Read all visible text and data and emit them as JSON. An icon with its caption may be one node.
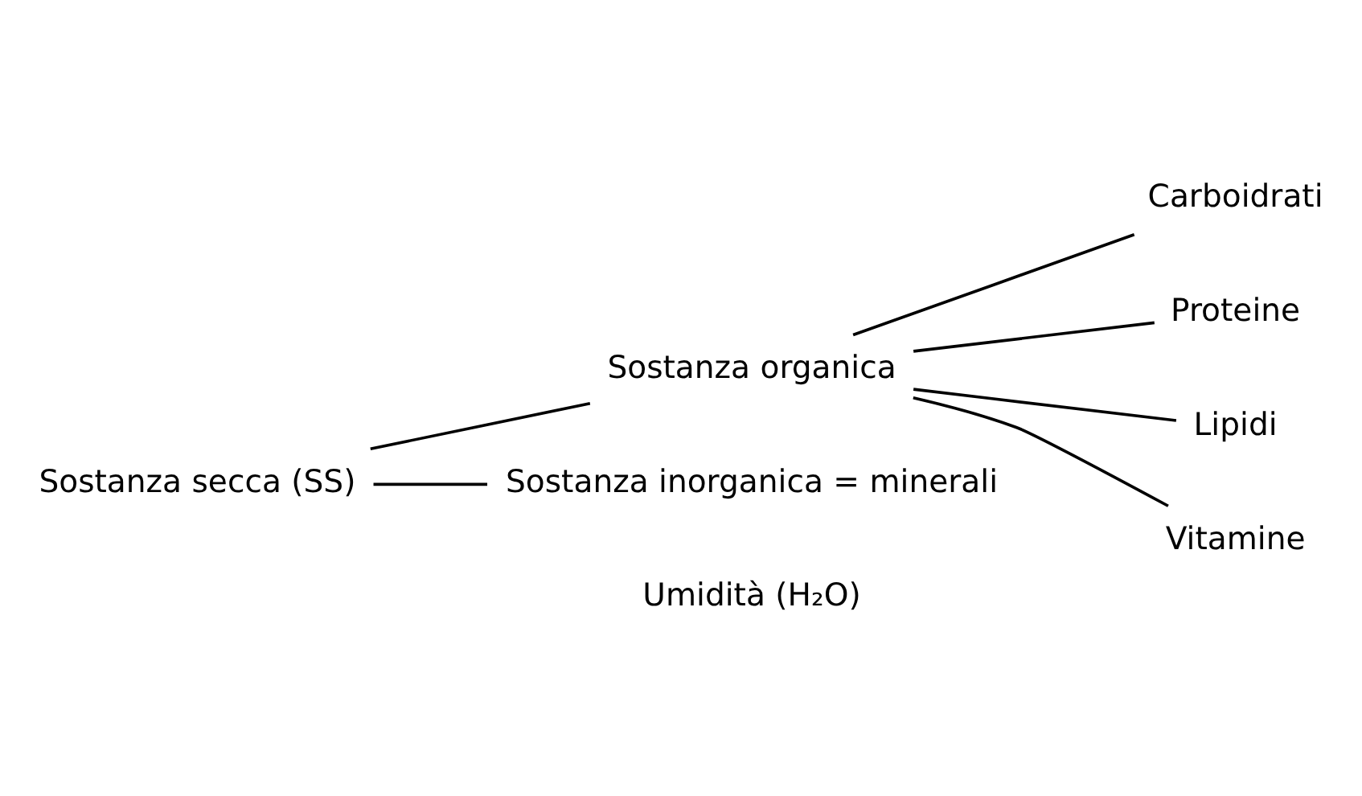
{
  "diagram": {
    "nodes": [
      {
        "text": [
          "Sostanza secca (SS)"
        ]
      },
      {
        "text": [
          "Sostanza organica"
        ]
      },
      {
        "text": [
          "Sostanza inorganica = minerali"
        ]
      },
      {
        "text": [
          "Carboidrati"
        ]
      },
      {
        "text": [
          "Proteine"
        ]
      },
      {
        "text": [
          "Lipidi"
        ]
      },
      {
        "text": [
          "Vitamine"
        ]
      }
    ],
    "edges": [
      {
        "from": 0,
        "to": 1,
        "arrow": "none"
      },
      {
        "from": 0,
        "to": 2,
        "arrow": "none"
      },
      {
        "from": 1,
        "to": 3,
        "arrow": "none"
      },
      {
        "from": 1,
        "to": 4,
        "arrow": "none"
      },
      {
        "from": 1,
        "to": 5,
        "arrow": "none"
      },
      {
        "from": 1,
        "to": 6,
        "arrow": "none"
      }
    ],
    "labels": [
      "Umidità (H₂O)"
    ]
  }
}
